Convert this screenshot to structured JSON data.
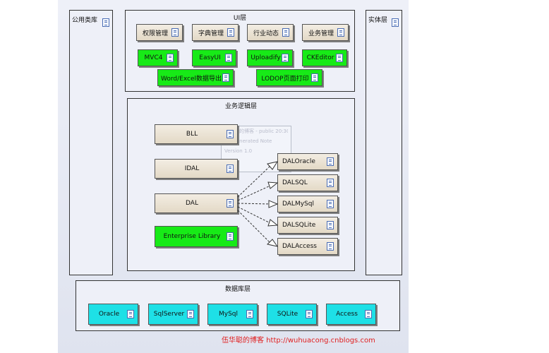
{
  "packages": {
    "common": "公用类库",
    "entity": "实体层",
    "ui": "UI层",
    "logic": "业务逻辑层",
    "data": "数据库层"
  },
  "ui_components": {
    "perm": "权限管理",
    "dict": "字典管理",
    "news": "行业动态",
    "biz": "业务管理",
    "mvc": "MVC4",
    "easyui": "EasyUI",
    "uploadify": "Uploadify",
    "ckeditor": "CKEditor",
    "word": "Word/Excel数据导出",
    "lodop": "LODOP页面打印"
  },
  "logic_components": {
    "bll": "BLL",
    "idal": "IDAL",
    "dal": "DAL",
    "entlib": "Enterprise Library"
  },
  "dal_impls": [
    "DALOracle",
    "DALSQL",
    "DALMySql",
    "DALSQLite",
    "DALAccess"
  ],
  "db_components": [
    "Oracle",
    "SqlServer",
    "MySql",
    "SQLite",
    "Access"
  ],
  "note_lines": [
    "伍华聪的博客 - public 20:30",
    "EA Generated Note",
    "Version 1.0"
  ],
  "watermark": {
    "author": "伍华聪的博客",
    "url": "http://wuhuacong.cnblogs.com"
  },
  "colors": {
    "background": "#dfe3ef",
    "component_default": "#e3d9c6",
    "component_green": "#17ea17",
    "component_cyan": "#1ee0e6",
    "watermark": "#e02020"
  }
}
